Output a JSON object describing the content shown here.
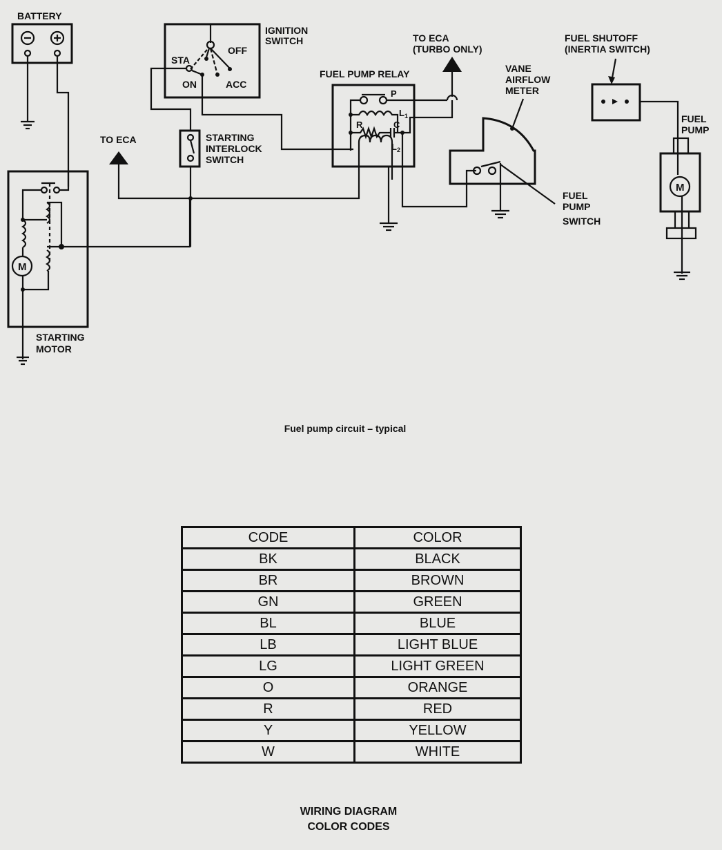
{
  "diagram": {
    "components": {
      "battery": "BATTERY",
      "battery_neg": "−",
      "battery_pos": "+",
      "ignition_switch": [
        "IGNITION",
        "SWITCH"
      ],
      "ignition_positions": {
        "sta": "STA",
        "off": "OFF",
        "on": "ON",
        "acc": "ACC"
      },
      "starting_interlock_switch": [
        "STARTING",
        "INTERLOCK",
        "SWITCH"
      ],
      "to_eca": "TO ECA",
      "to_eca_turbo": [
        "TO ECA",
        "(TURBO ONLY)"
      ],
      "fuel_pump_relay": "FUEL PUMP RELAY",
      "relay_labels": {
        "p": "P",
        "l1": "L",
        "l1_sub": "1",
        "r": "R",
        "c": "C",
        "l2": "L",
        "l2_sub": "2"
      },
      "vane_airflow_meter": [
        "VANE",
        "AIRFLOW",
        "METER"
      ],
      "fuel_shutoff": [
        "FUEL SHUTOFF",
        "(INERTIA SWITCH)"
      ],
      "fuel_pump": [
        "FUEL",
        "PUMP"
      ],
      "fuel_pump_switch": [
        "FUEL",
        "PUMP",
        "SWITCH"
      ],
      "starting_motor": [
        "STARTING",
        "MOTOR"
      ],
      "motor_symbol": "M"
    },
    "caption": "Fuel pump circuit – typical"
  },
  "color_codes": {
    "title": [
      "WIRING DIAGRAM",
      "COLOR CODES"
    ],
    "headers": [
      "CODE",
      "COLOR"
    ],
    "rows": [
      [
        "BK",
        "BLACK"
      ],
      [
        "BR",
        "BROWN"
      ],
      [
        "GN",
        "GREEN"
      ],
      [
        "BL",
        "BLUE"
      ],
      [
        "LB",
        "LIGHT BLUE"
      ],
      [
        "LG",
        "LIGHT GREEN"
      ],
      [
        "O",
        "ORANGE"
      ],
      [
        "R",
        "RED"
      ],
      [
        "Y",
        "YELLOW"
      ],
      [
        "W",
        "WHITE"
      ]
    ]
  }
}
